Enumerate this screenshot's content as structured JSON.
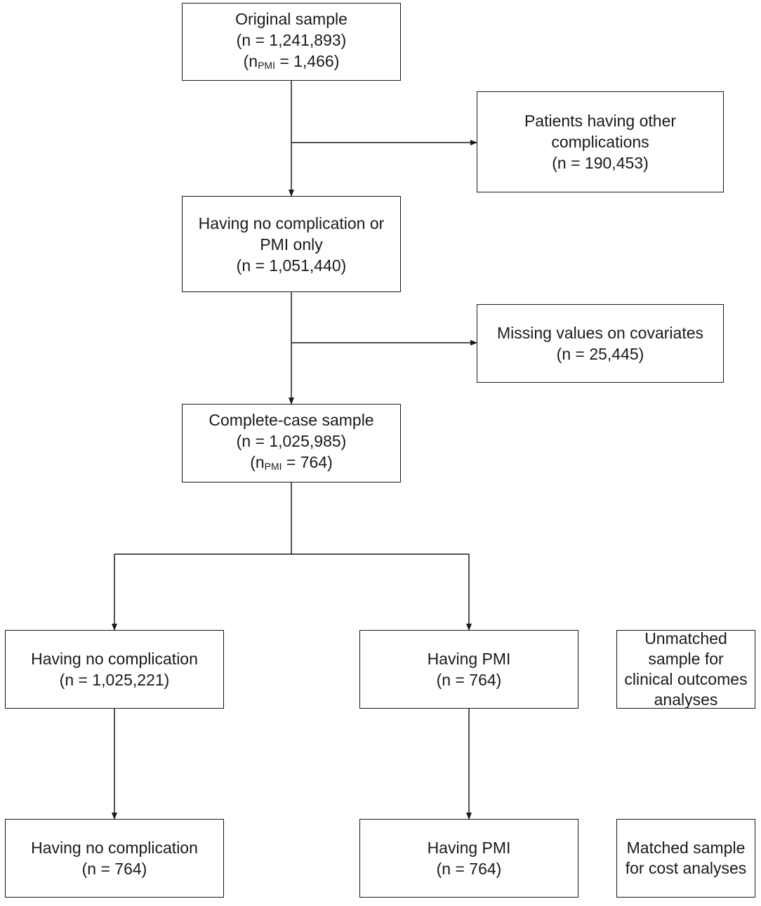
{
  "boxes": {
    "original": {
      "title": "Original sample",
      "n": "(n = 1,241,893)",
      "npmi_open": "(n",
      "npmi_sub": "PMI",
      "npmi_value": " = 1,466)"
    },
    "other_complications": {
      "line1": "Patients having other",
      "line2": "complications",
      "n": "(n = 190,453)"
    },
    "no_comp_or_pmi": {
      "line1": "Having no complication or",
      "line2": "PMI only",
      "n": "(n = 1,051,440)"
    },
    "missing_values": {
      "line1": "Missing values on covariates",
      "n": "(n = 25,445)"
    },
    "complete_case": {
      "title": "Complete-case sample",
      "n": "(n = 1,025,985)",
      "npmi_open": "(n",
      "npmi_sub": "PMI",
      "npmi_value": " = 764)"
    },
    "no_comp_unmatched": {
      "line1": "Having no complication",
      "n": "(n = 1,025,221)"
    },
    "pmi_unmatched": {
      "line1": "Having PMI",
      "n": "(n = 764)"
    },
    "no_comp_matched": {
      "line1": "Having no complication",
      "n": "(n = 764)"
    },
    "pmi_matched": {
      "line1": "Having PMI",
      "n": "(n = 764)"
    }
  },
  "labels": {
    "unmatched": [
      "Unmatched",
      "sample for",
      "clinical outcomes",
      "analyses"
    ],
    "matched": [
      "Matched sample",
      "for cost analyses"
    ]
  }
}
